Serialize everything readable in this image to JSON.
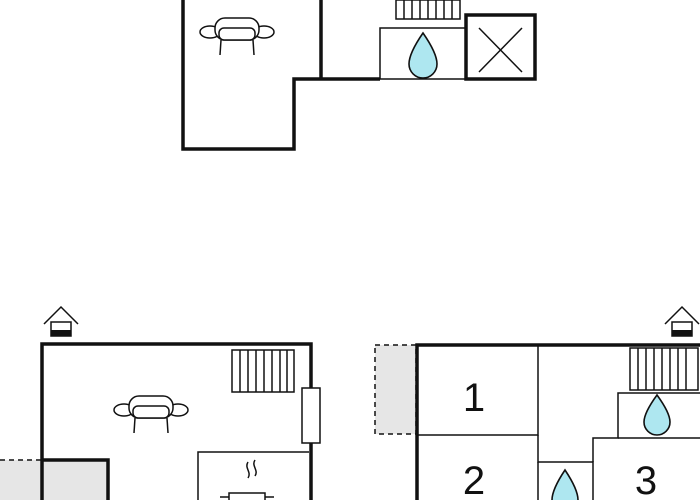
{
  "plan": {
    "bedrooms": [
      {
        "number": "1"
      },
      {
        "number": "2"
      },
      {
        "number": "3"
      }
    ]
  }
}
